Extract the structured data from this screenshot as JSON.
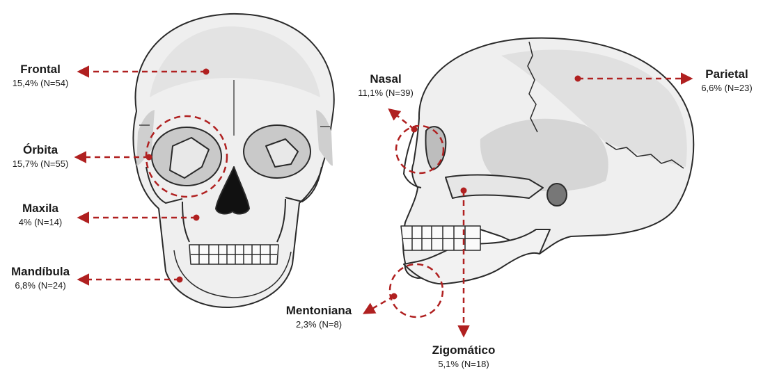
{
  "colors": {
    "arrow": "#b02020",
    "bone_fill": "#efefef",
    "bone_shade": "#c9c9c9",
    "bone_dark": "#9a9a9a",
    "outline": "#2a2a2a",
    "label_text": "#1a1a1a"
  },
  "figures": {
    "frontal_view": "skull-front",
    "lateral_view": "skull-side"
  },
  "labels": {
    "frontal": {
      "name": "Frontal",
      "value": "15,4% (N=54)"
    },
    "orbita": {
      "name": "Órbita",
      "value": "15,7% (N=55)"
    },
    "maxila": {
      "name": "Maxila",
      "value": "4% (N=14)"
    },
    "mandibula": {
      "name": "Mandíbula",
      "value": "6,8% (N=24)"
    },
    "nasal": {
      "name": "Nasal",
      "value": "11,1% (N=39)"
    },
    "parietal": {
      "name": "Parietal",
      "value": "6,6% (N=23)"
    },
    "mentoniana": {
      "name": "Mentoniana",
      "value": "2,3% (N=8)"
    },
    "zigomatico": {
      "name": "Zigomático",
      "value": "5,1% (N=18)"
    }
  }
}
